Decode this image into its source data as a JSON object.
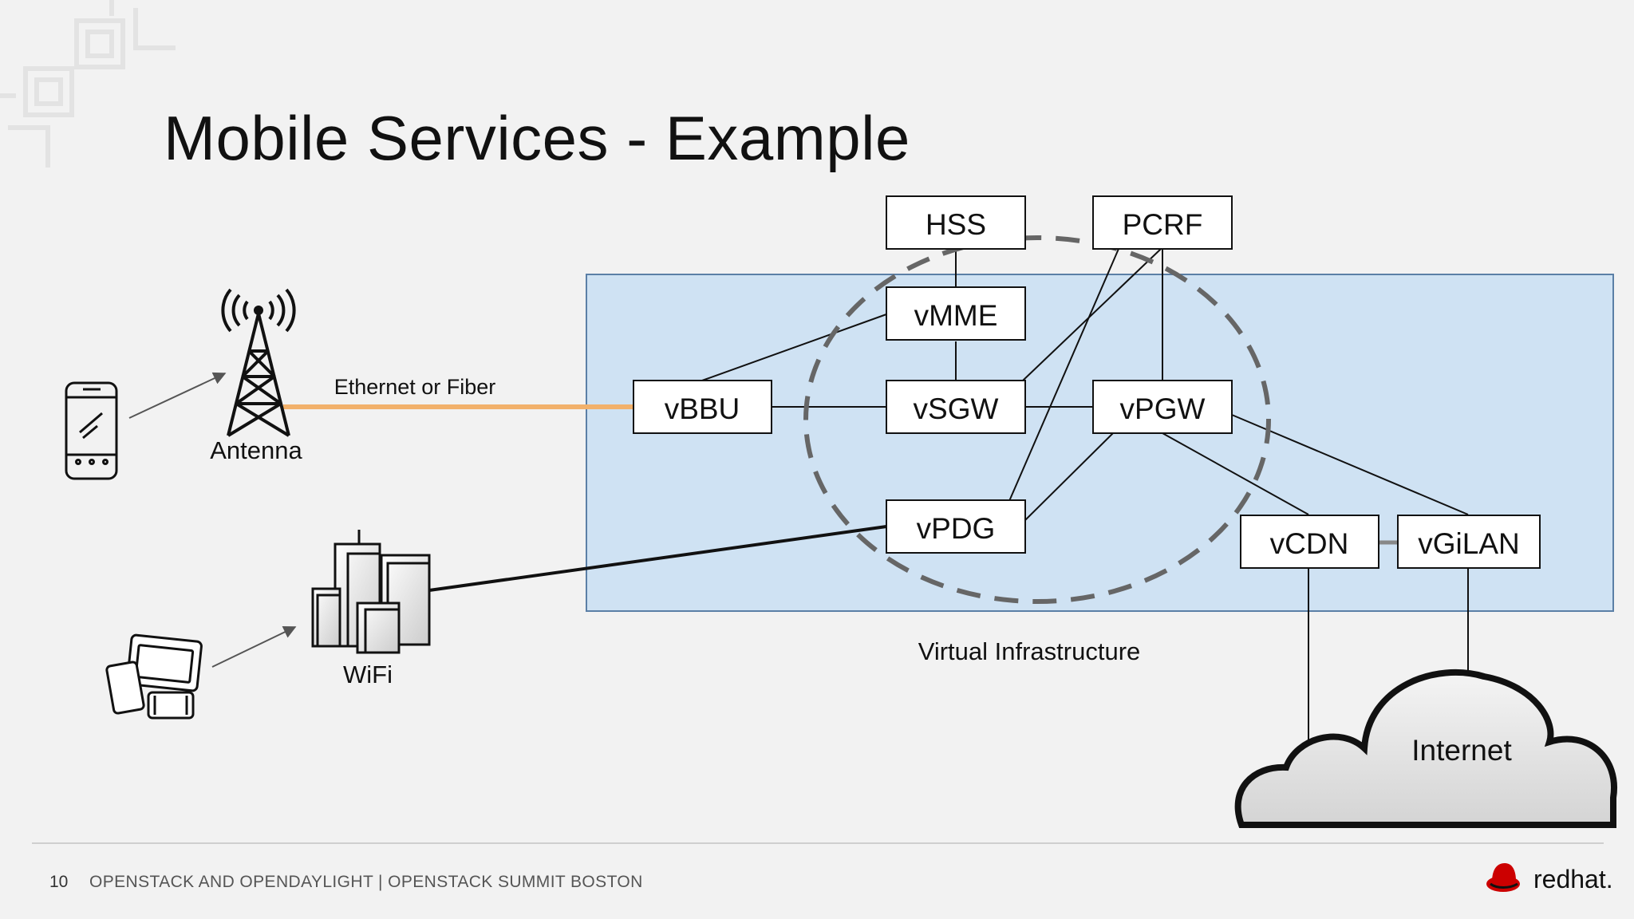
{
  "slide": {
    "title": "Mobile Services - Example"
  },
  "diagram": {
    "nodes": {
      "hss": "HSS",
      "pcrf": "PCRF",
      "vmme": "vMME",
      "vbbu": "vBBU",
      "vsgw": "vSGW",
      "vpgw": "vPGW",
      "vpdg": "vPDG",
      "vcdn": "vCDN",
      "vgilan": "vGiLAN"
    },
    "labels": {
      "antenna": "Antenna",
      "ethernet": "Ethernet or Fiber",
      "wifi": "WiFi",
      "virtual_infrastructure": "Virtual Infrastructure",
      "internet": "Internet"
    },
    "colors": {
      "infrastructure_fill": "#cfe2f3",
      "infrastructure_border": "#5b7fa6",
      "ethernet_link": "#f2b16b",
      "dashed_circle": "#666666"
    }
  },
  "footer": {
    "page_number": "10",
    "text": "OPENSTACK AND OPENDAYLIGHT | OPENSTACK SUMMIT BOSTON",
    "logo_text": "redhat."
  }
}
